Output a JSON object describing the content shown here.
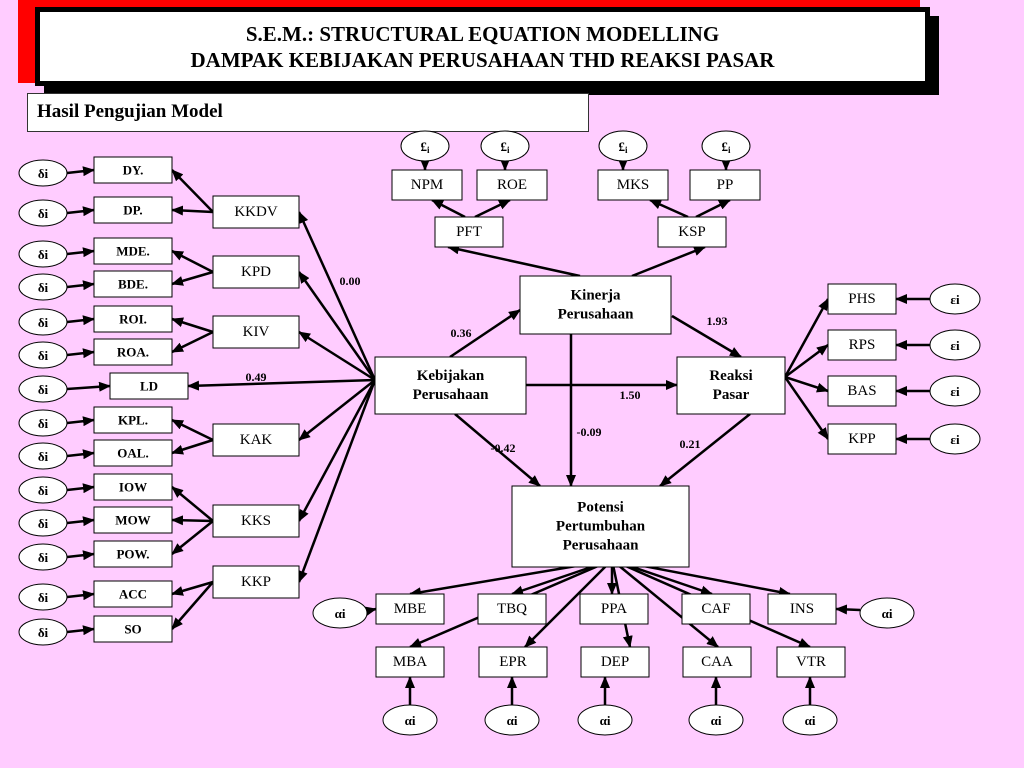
{
  "header": {
    "title_line1": "S.E.M.: STRUCTURAL EQUATION MODELLING",
    "title_line2": "DAMPAK KEBIJAKAN PERUSAHAAN THD REAKSI PASAR",
    "subtitle": "Hasil Pengujian Model"
  },
  "colors": {
    "background": "#ffccff",
    "band": "#ff0000",
    "box": "#ffffff",
    "line": "#000000"
  },
  "errors": {
    "delta": "δi",
    "epsilon": "εi",
    "alpha": "αi",
    "pound": "£",
    "pound_sub": "i"
  },
  "indicators": {
    "DY": "DY.",
    "DP": "DP.",
    "MDE": "MDE.",
    "BDE": "BDE.",
    "ROI": "ROI.",
    "ROA": "ROA.",
    "LD": "LD",
    "KPL": "KPL.",
    "OAL": "OAL.",
    "IOW": "IOW",
    "MOW": "MOW",
    "POW": "POW.",
    "ACC": "ACC",
    "SO": "SO",
    "NPM": "NPM",
    "ROE": "ROE",
    "MKS": "MKS",
    "PP": "PP",
    "PHS": "PHS",
    "RPS": "RPS",
    "BAS": "BAS",
    "KPP": "KPP",
    "MBE": "MBE",
    "TBQ": "TBQ",
    "PPA": "PPA",
    "CAF": "CAF",
    "INS": "INS",
    "MBA": "MBA",
    "EPR": "EPR",
    "DEP": "DEP",
    "CAA": "CAA",
    "VTR": "VTR"
  },
  "subconstructs": {
    "KKDV": "KKDV",
    "KPD": "KPD",
    "KIV": "KIV",
    "KAK": "KAK",
    "KKS": "KKS",
    "KKP": "KKP",
    "PFT": "PFT",
    "KSP": "KSP"
  },
  "constructs": {
    "kebijakan": [
      "Kebijakan",
      "Perusahaan"
    ],
    "kinerja": [
      "Kinerja",
      "Perusahaan"
    ],
    "reaksi": [
      "Reaksi",
      "Pasar"
    ],
    "potensi": [
      "Potensi",
      "Pertumbuhan",
      "Perusahaan"
    ]
  },
  "coefficients": {
    "kkdv_path": "0.00",
    "ld_path": "0.49",
    "keb_kin": "0.36",
    "kin_rea": "1.93",
    "keb_rea": "1.50",
    "keb_pot": "-0.42",
    "kin_pot": "-0.09",
    "rea_pot": "0.21"
  }
}
